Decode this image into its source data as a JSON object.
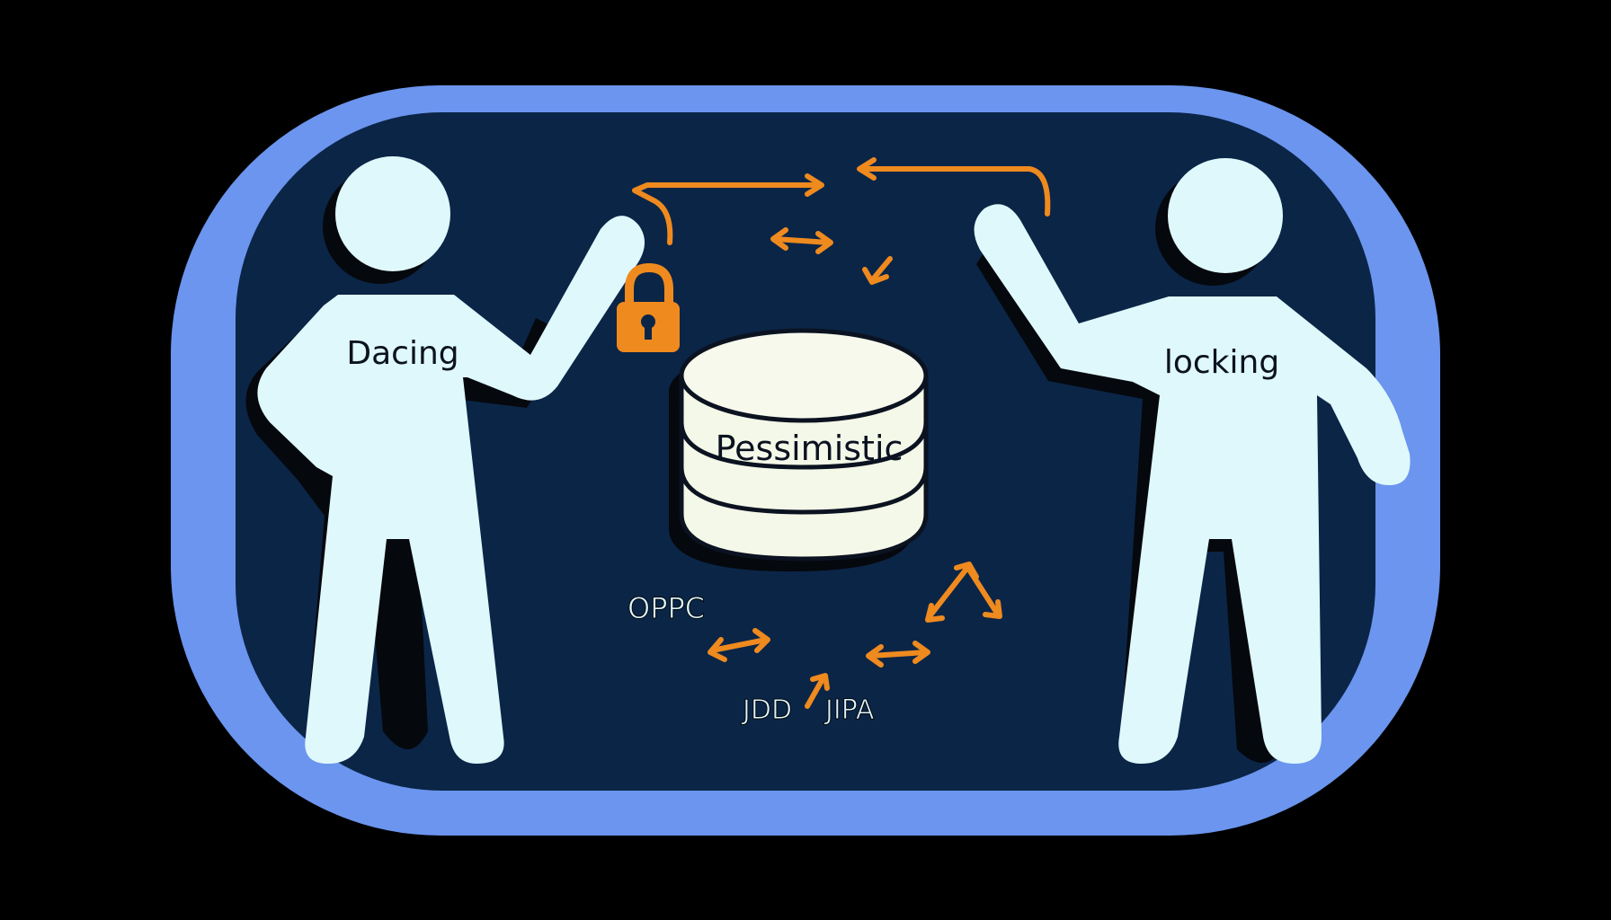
{
  "labels": {
    "left_figure": "Dacing",
    "right_figure": "locking",
    "database": "Pessimistic",
    "odbc": "OPPC",
    "jdbc": "JDD",
    "jpa": "JIPA"
  },
  "icons": {
    "lock": "padlock-icon",
    "database": "database-cylinder-icon",
    "arrows": "double-headed-arrow-icon"
  },
  "colors": {
    "background": "#000000",
    "frame": "#6b95ee",
    "panel": "#0b2547",
    "figure": "#dff8fb",
    "accent": "#ef8a1f",
    "database": "#f4f8e8",
    "text": "#0b1220"
  }
}
